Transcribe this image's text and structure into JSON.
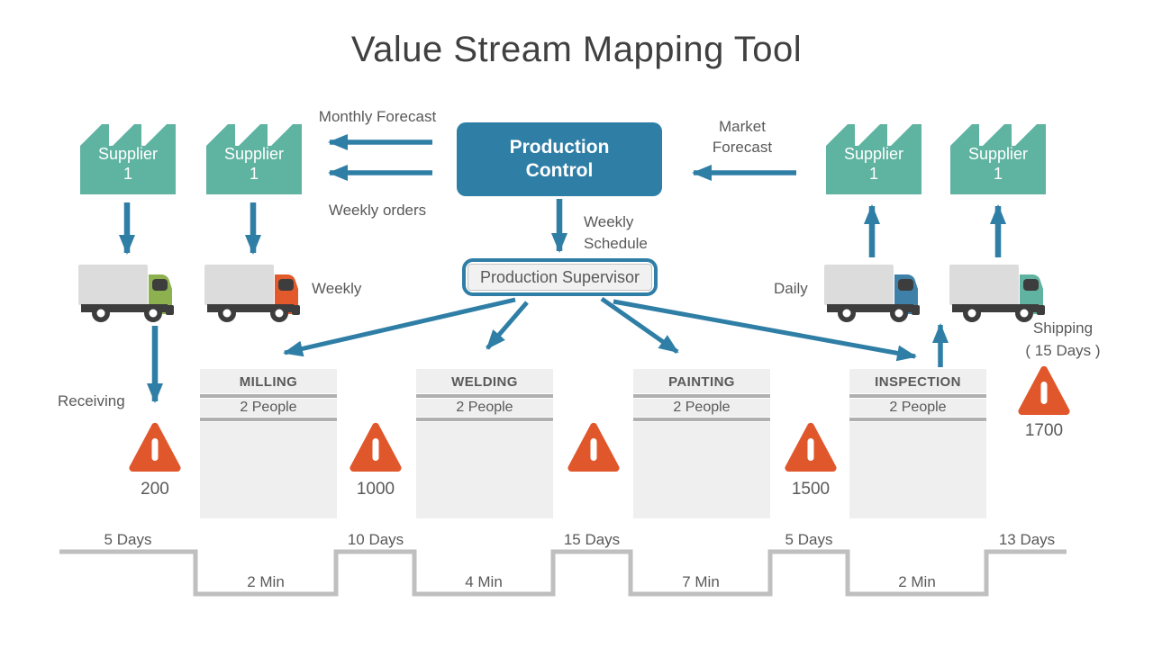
{
  "title": "Value Stream Mapping Tool",
  "colors": {
    "accent_blue": "#2F7EA6",
    "factory_teal": "#5FB3A1",
    "warning_orange": "#E0572C",
    "process_box_gray": "#EFEFEF",
    "text_gray": "#595959",
    "timeline_gray": "#BFBFBF",
    "truck_cab_colors": [
      "#8CB14E",
      "#E2592B",
      "#3E80A8",
      "#5FB3A0"
    ]
  },
  "suppliers": [
    {
      "line1": "Supplier",
      "line2": "1"
    },
    {
      "line1": "Supplier",
      "line2": "1"
    },
    {
      "line1": "Supplier",
      "line2": "1"
    },
    {
      "line1": "Supplier",
      "line2": "1"
    }
  ],
  "production_control": {
    "line1": "Production",
    "line2": "Control"
  },
  "production_supervisor": "Production Supervisor",
  "flows": {
    "monthly_forecast": "Monthly Forecast",
    "weekly_orders": "Weekly orders",
    "market_forecast": [
      "Market",
      "Forecast"
    ],
    "weekly_schedule": [
      "Weekly",
      "Schedule"
    ],
    "left_truck_frequency": "Weekly",
    "right_truck_frequency": "Daily",
    "receiving": "Receiving",
    "shipping": [
      "Shipping",
      "( 15 Days )"
    ]
  },
  "processes": [
    {
      "name": "MILLING",
      "staff": "2 People"
    },
    {
      "name": "WELDING",
      "staff": "2 People"
    },
    {
      "name": "PAINTING",
      "staff": "2 People"
    },
    {
      "name": "INSPECTION",
      "staff": "2 People"
    }
  ],
  "inventory": {
    "receiving": "200",
    "after_milling": "1000",
    "after_painting": "1500",
    "shipping": "1700"
  },
  "timeline": {
    "days": [
      "5 Days",
      "10 Days",
      "15 Days",
      "5 Days",
      "13 Days"
    ],
    "mins": [
      "2 Min",
      "4 Min",
      "7 Min",
      "2 Min"
    ]
  }
}
